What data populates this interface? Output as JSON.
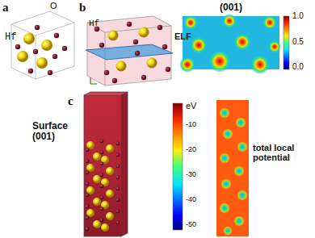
{
  "diagram": {
    "labels": [
      "a",
      "O",
      "Hf",
      "b",
      "Hf",
      "ELF",
      "(001)",
      "1.0",
      "0.5",
      "0.0",
      "c",
      "Surface (001)",
      "eV",
      "-10",
      "-20",
      "-30",
      "-40",
      "-50",
      "total local potential"
    ]
  }
}
